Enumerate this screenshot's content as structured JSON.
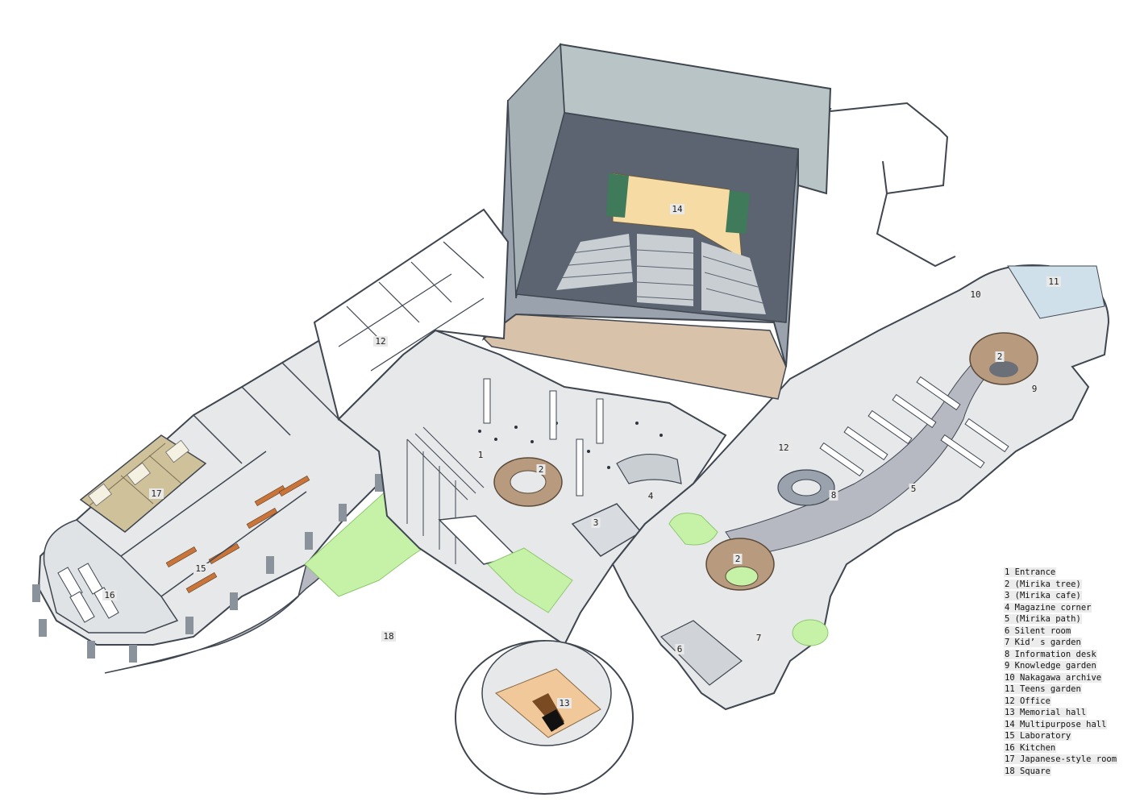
{
  "colors": {
    "wall": "#ffffff",
    "floor": "#e6e8ea",
    "stroke": "#3f4650",
    "hall_roof": "#b9c4c6",
    "hall_wall": "#9aa3ad",
    "hall_band": "#d9c2aa",
    "stage": "#f7dba5",
    "seats": "#5b6470",
    "lawn": "#c6f2a8",
    "tree_nest": "#b89a7e",
    "path": "#b7b9c2",
    "memorial_floor": "#f0c89a",
    "japanese_room": "#cfc29b"
  },
  "markers": [
    {
      "id": "1",
      "label": "1"
    },
    {
      "id": "2a",
      "label": "2"
    },
    {
      "id": "2b",
      "label": "2"
    },
    {
      "id": "2c",
      "label": "2"
    },
    {
      "id": "3",
      "label": "3"
    },
    {
      "id": "4",
      "label": "4"
    },
    {
      "id": "5",
      "label": "5"
    },
    {
      "id": "6",
      "label": "6"
    },
    {
      "id": "7",
      "label": "7"
    },
    {
      "id": "8",
      "label": "8"
    },
    {
      "id": "9",
      "label": "9"
    },
    {
      "id": "10",
      "label": "10"
    },
    {
      "id": "11",
      "label": "11"
    },
    {
      "id": "12a",
      "label": "12"
    },
    {
      "id": "12b",
      "label": "12"
    },
    {
      "id": "13",
      "label": "13"
    },
    {
      "id": "14",
      "label": "14"
    },
    {
      "id": "15",
      "label": "15"
    },
    {
      "id": "16",
      "label": "16"
    },
    {
      "id": "17",
      "label": "17"
    },
    {
      "id": "18",
      "label": "18"
    }
  ],
  "legend": [
    "1 Entrance",
    "2 (Mirika tree)",
    "3 (Mirika cafe)",
    "4 Magazine corner",
    "5 (Mirika path)",
    "6 Silent room",
    "7 Kid’ s garden",
    "8 Information desk",
    "9 Knowledge garden",
    "10 Nakagawa archive",
    "11 Teens garden",
    "12 Office",
    "13 Memorial hall",
    "14 Multipurpose hall",
    "15 Laboratory",
    "16 Kitchen",
    "17 Japanese-style room",
    "18 Square"
  ]
}
